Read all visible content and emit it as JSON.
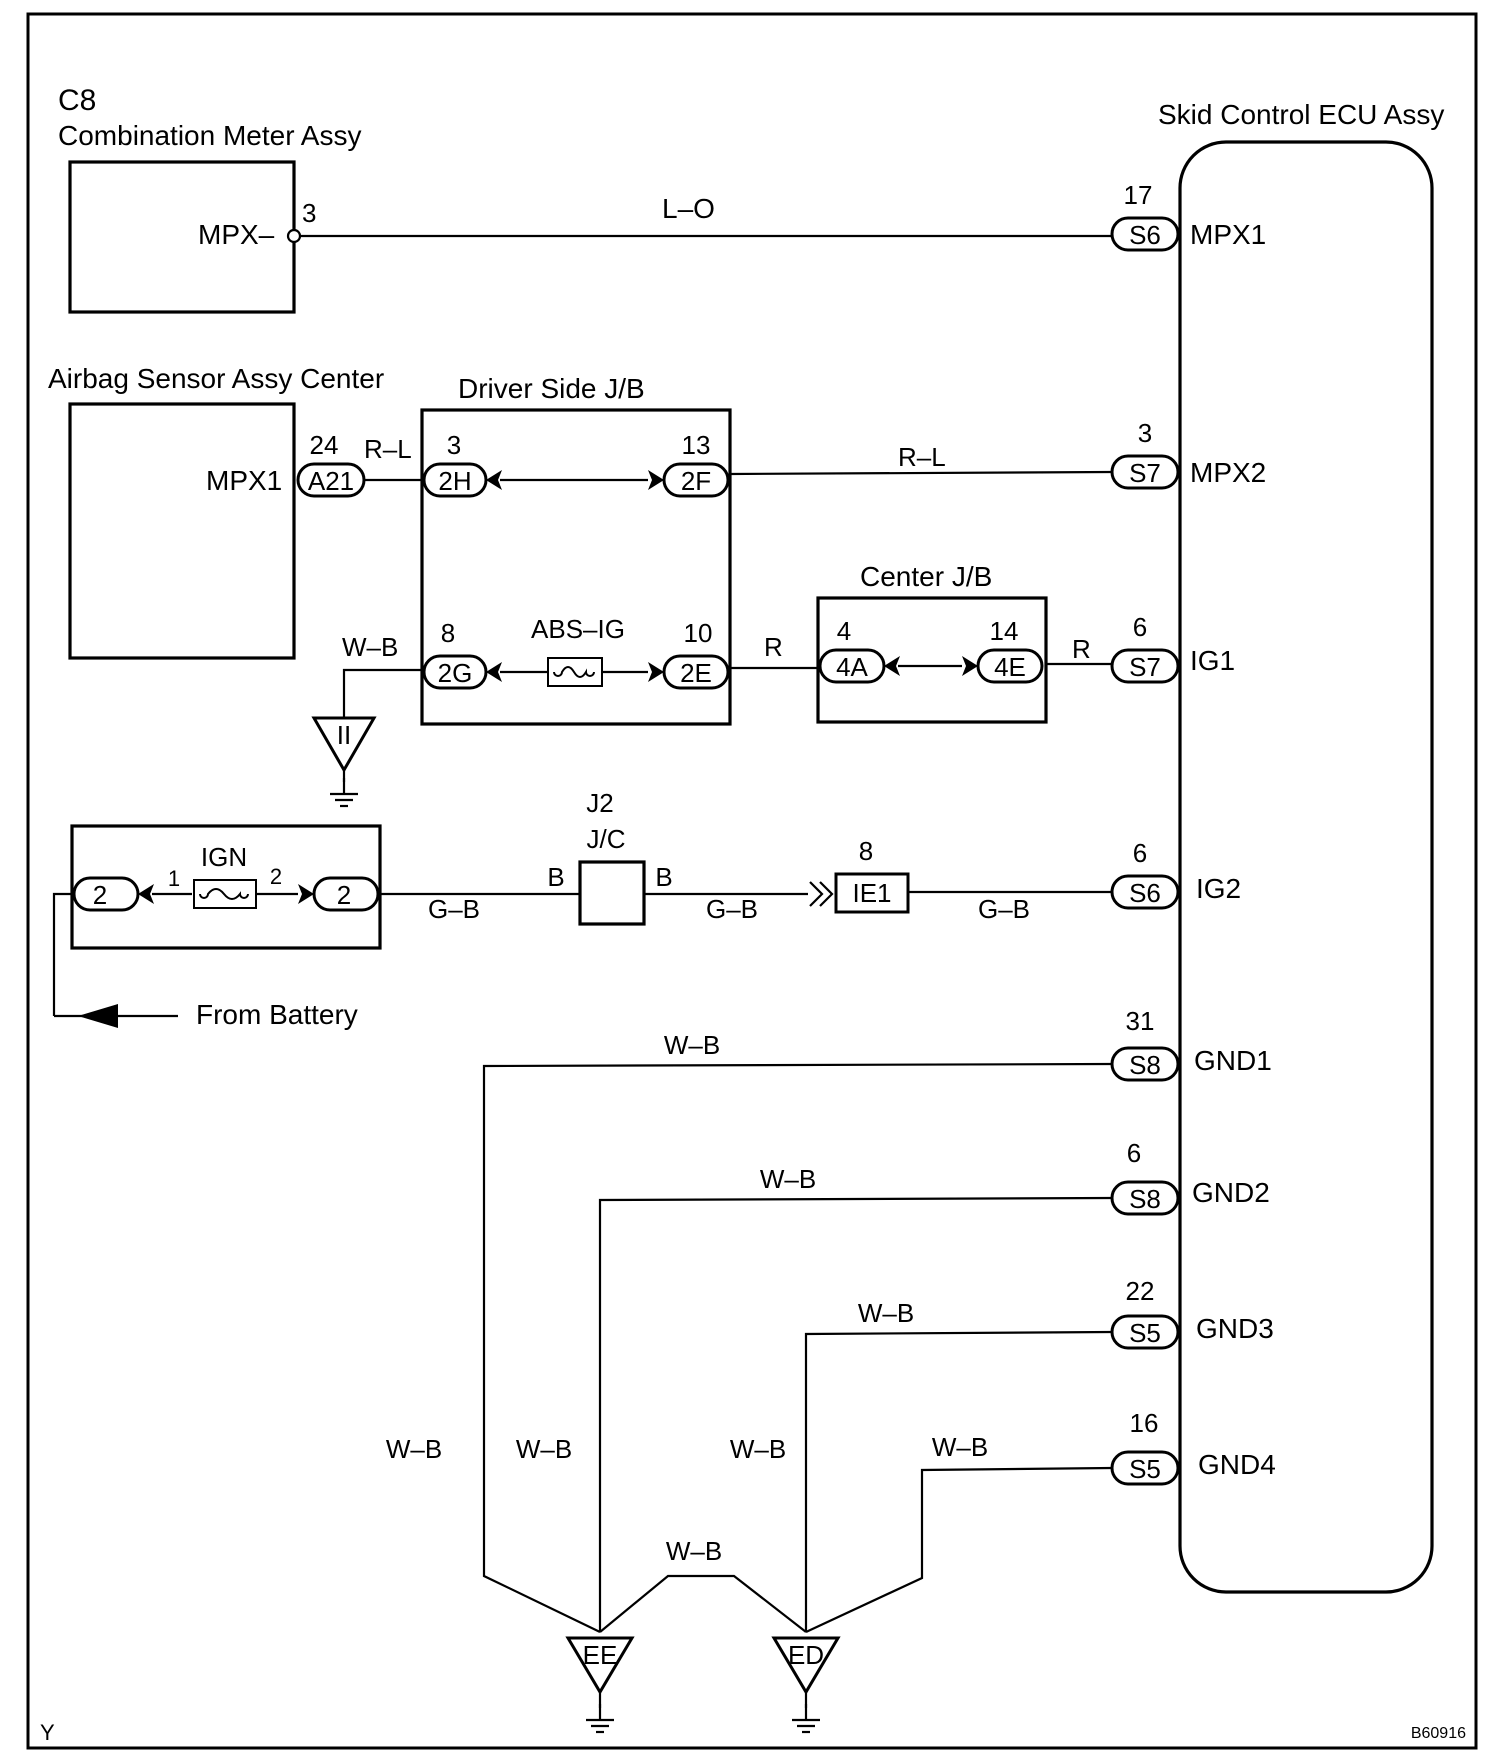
{
  "meter": {
    "code": "C8",
    "name": "Combination Meter Assy",
    "pin": "3",
    "terminal": "MPX–"
  },
  "ecu": {
    "name": "Skid Control ECU Assy",
    "terminals": [
      {
        "pin": "17",
        "conn": "S6",
        "name": "MPX1"
      },
      {
        "pin": "3",
        "conn": "S7",
        "name": "MPX2"
      },
      {
        "pin": "6",
        "conn": "S7",
        "name": "IG1"
      },
      {
        "pin": "6",
        "conn": "S6",
        "name": "IG2"
      },
      {
        "pin": "31",
        "conn": "S8",
        "name": "GND1"
      },
      {
        "pin": "6",
        "conn": "S8",
        "name": "GND2"
      },
      {
        "pin": "22",
        "conn": "S5",
        "name": "GND3"
      },
      {
        "pin": "16",
        "conn": "S5",
        "name": "GND4"
      }
    ]
  },
  "airbag": {
    "name": "Airbag Sensor Assy Center",
    "terminal": "MPX1",
    "pin": "24",
    "conn": "A21"
  },
  "driver_jb": {
    "name": "Driver Side J/B",
    "pins": [
      {
        "pin": "3",
        "conn": "2H"
      },
      {
        "pin": "13",
        "conn": "2F"
      },
      {
        "pin": "8",
        "conn": "2G"
      },
      {
        "pin": "10",
        "conn": "2E"
      }
    ],
    "fuse": "ABS–IG"
  },
  "center_jb": {
    "name": "Center J/B",
    "pins": [
      {
        "pin": "4",
        "conn": "4A"
      },
      {
        "pin": "14",
        "conn": "4E"
      }
    ]
  },
  "ig_box": {
    "fuse": "IGN",
    "left_conn": "2",
    "right_conn": "2",
    "pin_left": "1",
    "pin_right": "2"
  },
  "jc": {
    "code": "J2",
    "name": "J/C",
    "pin_left": "B",
    "pin_right": "B"
  },
  "ie1": {
    "pin": "8",
    "conn": "IE1"
  },
  "grounds": {
    "ii": "II",
    "ee": "EE",
    "ed": "ED"
  },
  "wires": {
    "lo": "L–O",
    "rl": "R–L",
    "r": "R",
    "wb": "W–B",
    "gb": "G–B"
  },
  "battery": "From Battery",
  "footer": {
    "left": "Y",
    "right": "B60916"
  }
}
